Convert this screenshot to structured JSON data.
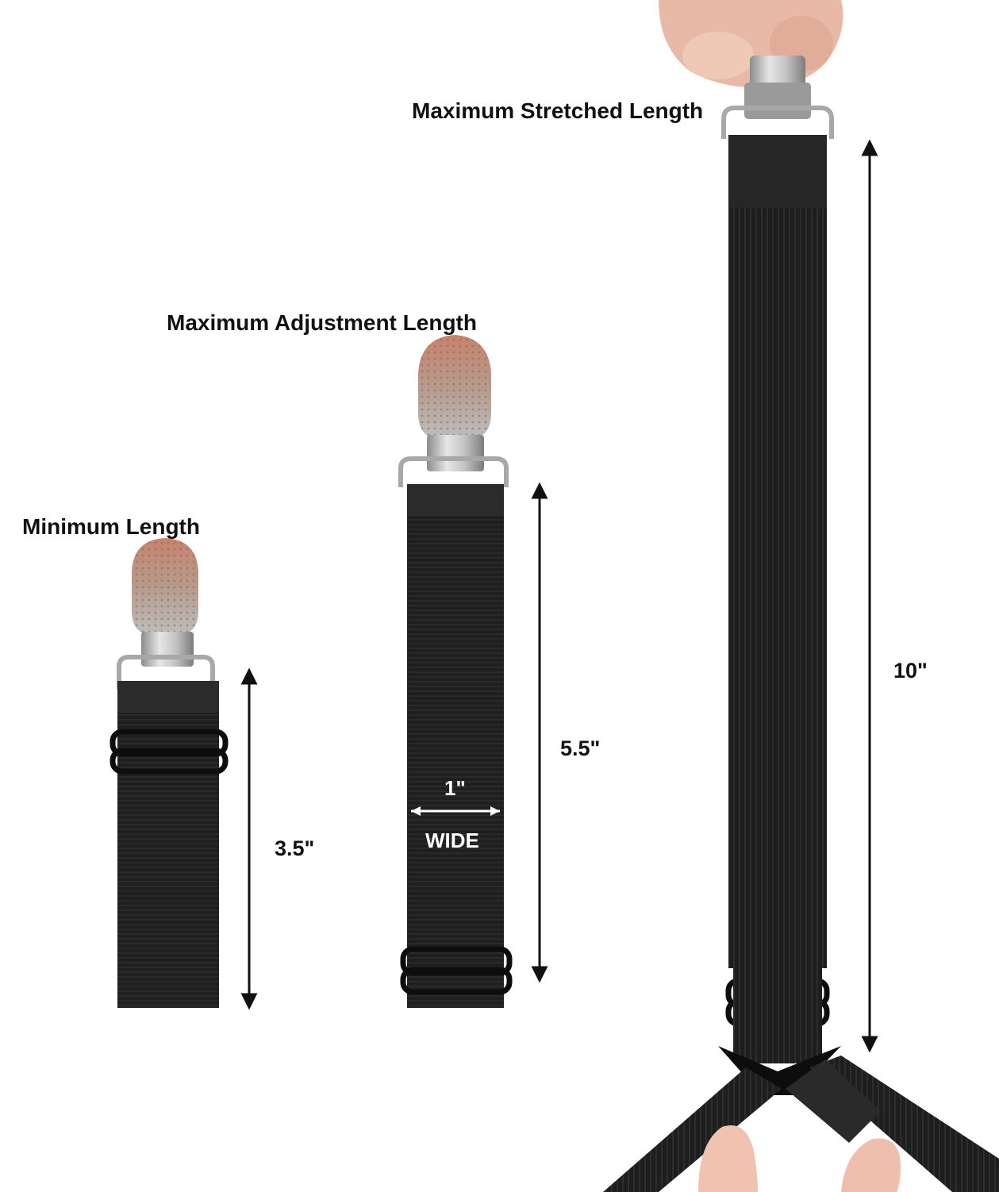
{
  "labels": {
    "minimum": "Minimum Length",
    "adjustment": "Maximum Adjustment Length",
    "stretched": "Maximum Stretched Length"
  },
  "dimensions": {
    "minimum": "3.5\"",
    "adjustment": "5.5\"",
    "stretched": "10\"",
    "width": "1\"",
    "width_word": "WIDE"
  },
  "colors": {
    "background": "#ffffff",
    "strap": "#1e1e1e",
    "clip_metal": "#b9b9b9",
    "skin": "#e8b9a6",
    "text": "#111111"
  }
}
